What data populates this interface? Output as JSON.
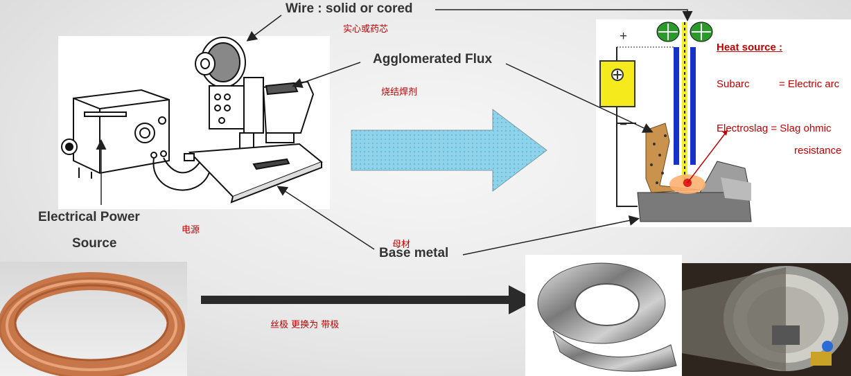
{
  "labels": {
    "wire": "Wire : solid  or cored",
    "wire_cn": "实心或药芯",
    "flux": "Agglomerated Flux",
    "flux_cn": "烧结焊剂",
    "power_line1": "Electrical Power",
    "power_line2": "Source",
    "power_cn": "电源",
    "base_metal": "Base metal",
    "base_metal_cn": "母材",
    "wire_to_strip_cn": "丝极 更换为 带极"
  },
  "heat_panel": {
    "title": "Heat source :",
    "subarc_label": "Subarc",
    "subarc_value": "= Electric arc",
    "electroslag_label": "Electroslag = Slag ohmic",
    "electroslag_value": "resistance",
    "plus_sign": "+",
    "minus_sign": "−"
  },
  "colors": {
    "accent_red": "#c00000",
    "arrow_blue": "#8fd3ea",
    "electrode_blue": "#1533c9",
    "flux_brown": "#c9934d",
    "nozzle_green": "#2a9a2a",
    "copper": "#c7764a"
  },
  "icons": {
    "big_arrow": "right-arrow-icon",
    "dark_arrow": "dark-right-arrow-icon"
  }
}
